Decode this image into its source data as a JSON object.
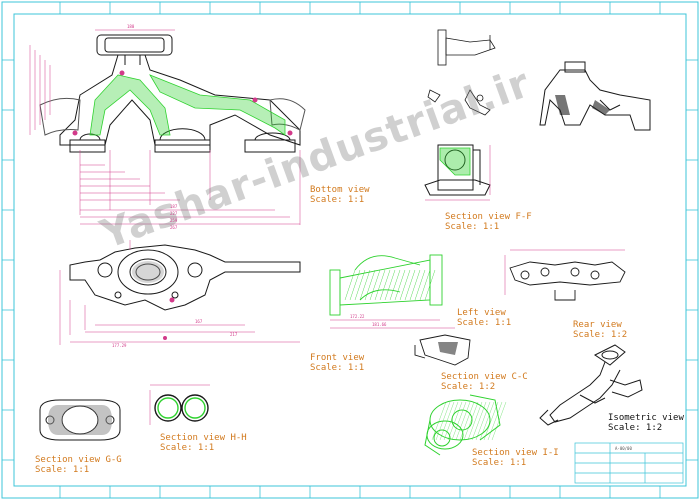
{
  "views": {
    "bottom": {
      "name": "Bottom view",
      "scale": "Scale:  1:1"
    },
    "section_ff": {
      "name": "Section view F-F",
      "scale": "Scale:  1:1"
    },
    "left": {
      "name": "Left view",
      "scale": "Scale:  1:1"
    },
    "rear": {
      "name": "Rear view",
      "scale": "Scale:  1:2"
    },
    "front": {
      "name": "Front view",
      "scale": "Scale:  1:1"
    },
    "section_cc": {
      "name": "Section view C-C",
      "scale": "Scale:  1:2"
    },
    "section_gg": {
      "name": "Section view G-G",
      "scale": "Scale:  1:1"
    },
    "section_hh": {
      "name": "Section view H-H",
      "scale": "Scale:  1:1"
    },
    "section_ii": {
      "name": "Section view I-I",
      "scale": "Scale:  1:1"
    },
    "isometric": {
      "name": "Isometric view",
      "scale": "Scale:  1:2"
    }
  },
  "watermark": "Yashar-industrial.ir",
  "dimensions": {
    "width_top": "180",
    "baseline": [
      "187",
      "227",
      "259",
      "267"
    ],
    "front_a": "167",
    "front_b": "217",
    "front_c": "177.29",
    "left_a": "172.22",
    "left_b": "181.66"
  },
  "titleblock": {
    "number": "A-00/00"
  },
  "colors": {
    "border": "#3cc4d8",
    "part": "#1a1a1a",
    "section": "#2fd22f",
    "dims": "#d23a8a",
    "labels": "#d27a1e"
  }
}
